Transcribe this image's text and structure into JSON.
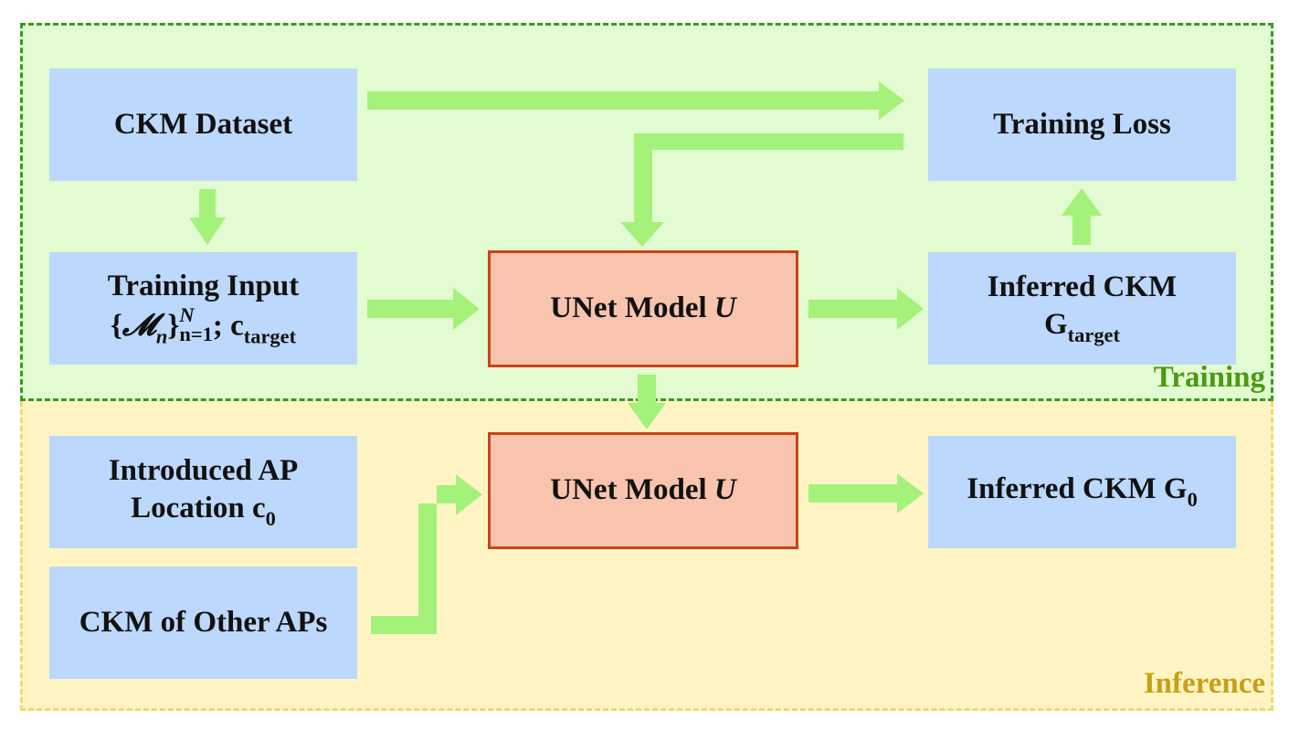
{
  "regions": {
    "training": "Training",
    "inference": "Inference"
  },
  "boxes": {
    "ckm_dataset": "CKM Dataset",
    "training_loss": "Training Loss",
    "training_input": {
      "title": "Training Input",
      "set_symbol": "𝓜",
      "set_sub": "n",
      "set_sup": "N",
      "set_range": "n=1",
      "target_symbol": "c",
      "target_sub": "target"
    },
    "unet_training": {
      "text": "UNet Model ",
      "symbol": "U"
    },
    "inferred_training": {
      "title": "Inferred CKM",
      "symbol": "G",
      "sub": "target"
    },
    "introduced_ap": {
      "line1": "Introduced AP",
      "line2": "Location ",
      "symbol": "c",
      "sub": "0"
    },
    "ckm_other": "CKM of Other APs",
    "unet_inference": {
      "text": "UNet Model ",
      "symbol": "U"
    },
    "inferred_inference": {
      "text": "Inferred CKM ",
      "symbol": "G",
      "sub": "0"
    }
  },
  "colors": {
    "training_bg": "#e2fbd0",
    "training_border": "#3a9a1a",
    "inference_bg": "#fff5c4",
    "inference_border": "#f2d774",
    "box_fill": "#bcd8fc",
    "unet_fill": "#f8c4ad",
    "unet_border": "#c84418",
    "arrow": "#a4f27a"
  }
}
